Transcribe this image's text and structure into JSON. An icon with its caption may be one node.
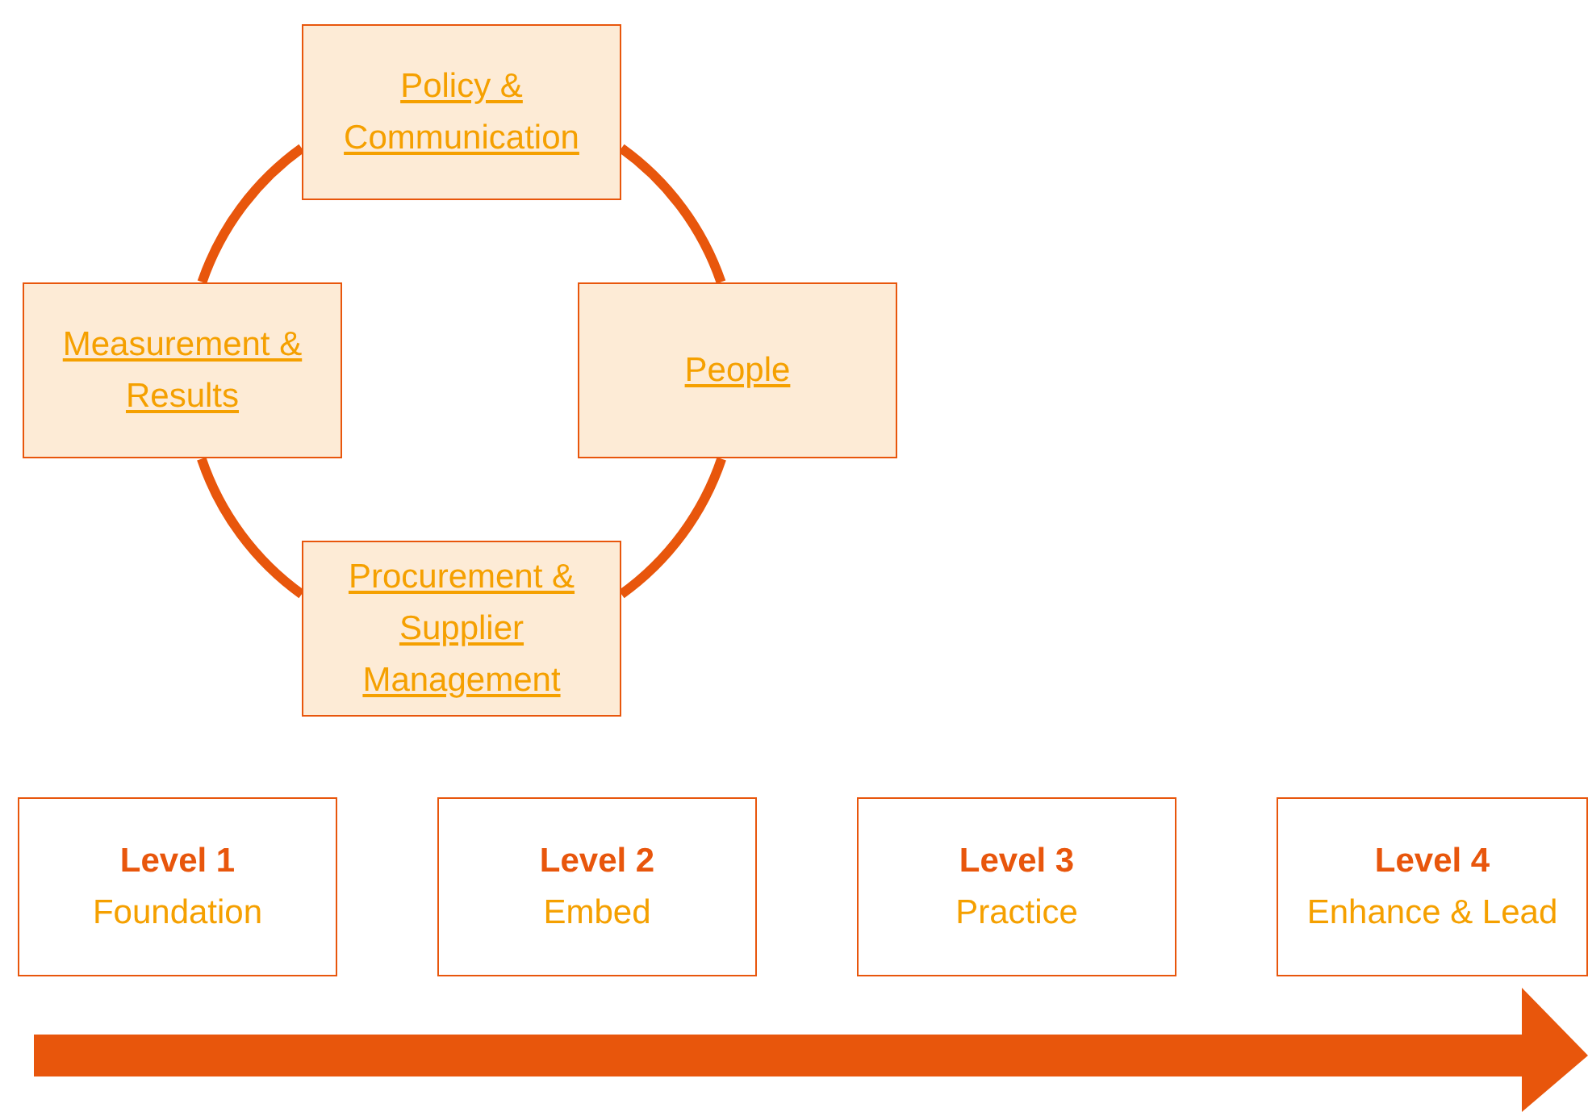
{
  "diagram": {
    "nodes": [
      {
        "text": [
          "Policy & Communication"
        ]
      },
      {
        "text": [
          "Measurement & Results"
        ]
      },
      {
        "text": [
          "People"
        ]
      },
      {
        "text": [
          "Procurement & Supplier Management"
        ]
      },
      {
        "text": [
          "Level 1",
          "Foundation"
        ]
      },
      {
        "text": [
          "Level 2",
          "Embed"
        ]
      },
      {
        "text": [
          "Level 3",
          "Practice"
        ]
      },
      {
        "text": [
          "Level 4",
          "Enhance & Lead"
        ]
      }
    ],
    "edges": [
      {
        "from": 0,
        "to": 2,
        "arrow": "none"
      },
      {
        "from": 2,
        "to": 3,
        "arrow": "none"
      },
      {
        "from": 3,
        "to": 1,
        "arrow": "none"
      },
      {
        "from": 1,
        "to": 0,
        "arrow": "none"
      }
    ]
  }
}
